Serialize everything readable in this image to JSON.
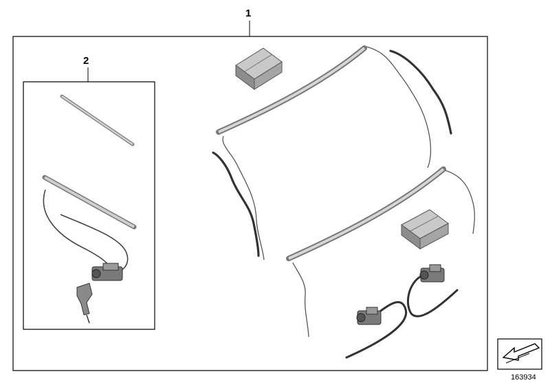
{
  "callouts": {
    "main_kit": "1",
    "sub_kit": "2"
  },
  "diagram_code": "163934",
  "icons": {
    "orientation": "arrow-down-left-icon"
  },
  "colors": {
    "line": "#000000",
    "rail": "#b8b8b8",
    "part_dark": "#3a3a3a",
    "box_top": "#bdbdbd",
    "box_side": "#8f8f8f"
  }
}
